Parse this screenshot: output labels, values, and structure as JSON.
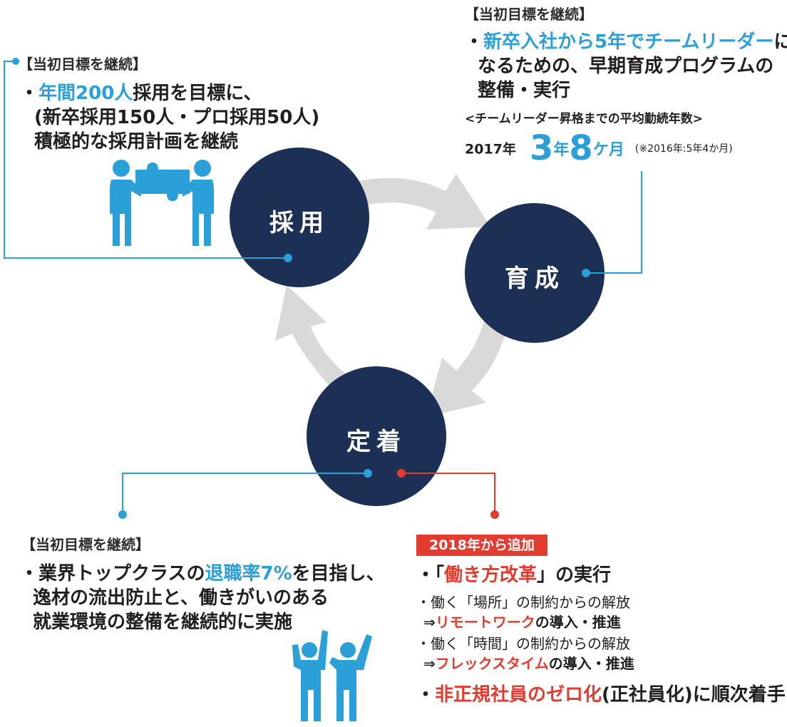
{
  "colors": {
    "navy": "#1c2f55",
    "accent_blue": "#2a9fd8",
    "accent_red": "#e33b2e",
    "arrow_gray": "#d9d9d9"
  },
  "circles": {
    "recruit": "採用",
    "develop": "育成",
    "retain": "定着"
  },
  "recruit_panel": {
    "bracket": "【当初目標を継続】",
    "line1_prefix": "・",
    "line1_highlight": "年間200人",
    "line1_rest": "採用を目標に、",
    "line2": "(新卒採用150人・プロ採用50人)",
    "line3": "積極的な採用計画を継続",
    "icon": "puzzle-team-icon"
  },
  "develop_panel": {
    "bracket": "【当初目標を継続】",
    "line1_prefix": "・",
    "line1_highlight": "新卒入社から5年でチームリーダー",
    "line1_rest": "に",
    "line2": "なるための、早期育成プログラムの",
    "line3": "整備・実行",
    "sub_title": "<チームリーダー昇格までの平均勤続年数>",
    "year_label": "2017年",
    "big_years": "3",
    "unit_year": "年",
    "big_months": "8",
    "unit_month": "ケ月",
    "note": "(※2016年:5年4か月)"
  },
  "retain_panel": {
    "bracket": "【当初目標を継続】",
    "line1_prefix": "・業界トップクラスの",
    "line1_highlight": "退職率7%",
    "line1_rest": "を目指し、",
    "line2": "逸材の流出防止と、働きがいのある",
    "line3": "就業環境の整備を継続的に実施",
    "icon": "cheering-people-icon"
  },
  "added_panel": {
    "badge": "2018年から追加",
    "item1_prefix": "・「",
    "item1_highlight": "働き方改革",
    "item1_suffix": "」の実行",
    "sub1": "・働く「場所」の制約からの解放",
    "sub1b_prefix": "⇒",
    "sub1b_highlight": "リモートワーク",
    "sub1b_suffix": "の導入・推進",
    "sub2": "・働く「時間」の制約からの解放",
    "sub2b_prefix": "⇒",
    "sub2b_highlight": "フレックスタイム",
    "sub2b_suffix": "の導入・推進",
    "item2_prefix": "・",
    "item2_highlight": "非正規社員のゼロ化",
    "item2_suffix": "(正社員化)に順次着手"
  }
}
